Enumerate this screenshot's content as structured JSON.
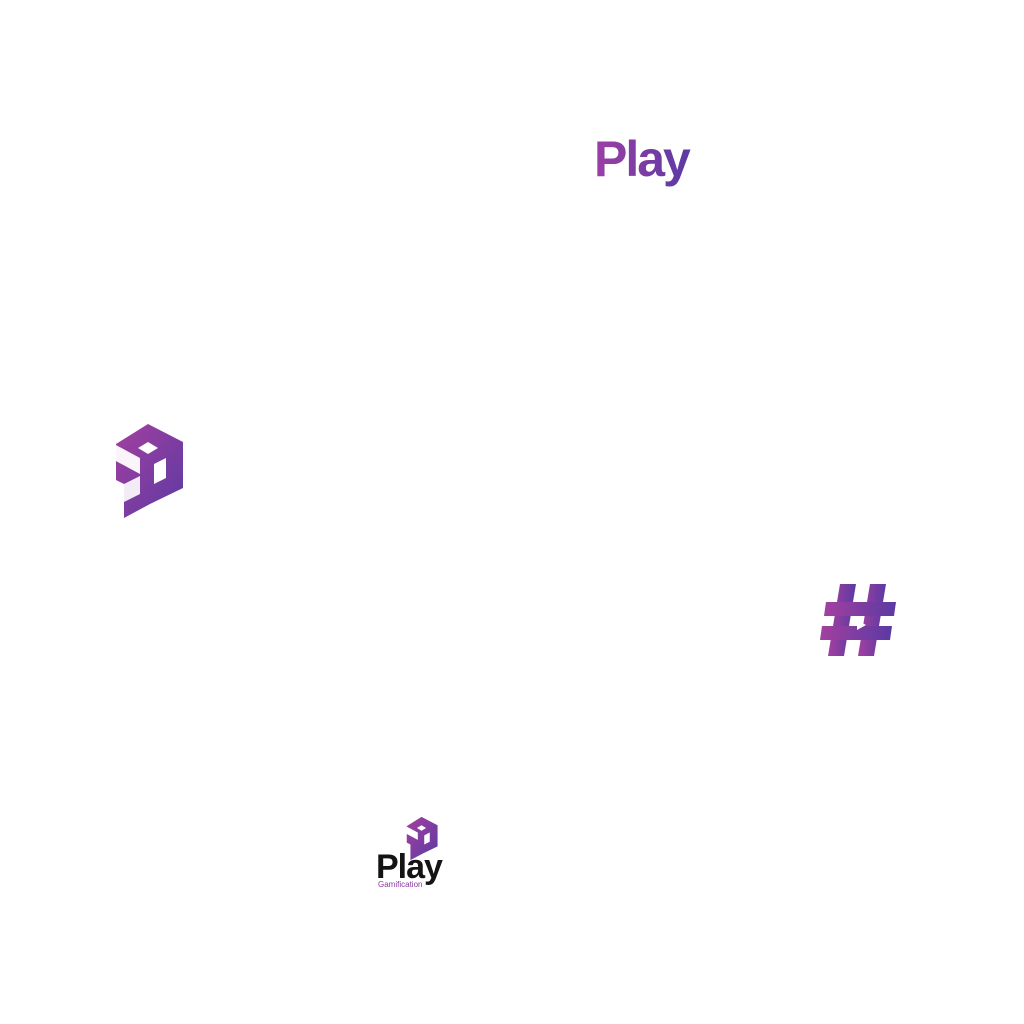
{
  "colors": {
    "background": "#ffffff",
    "gradient_start": "#9b3fa6",
    "gradient_end": "#5b3aa3",
    "wordmark_dark": "#141414",
    "tagline_purple": "#8b3aa0"
  },
  "logos": {
    "wordmark": {
      "icon": "play-wordmark-logo",
      "text": "Play"
    },
    "cube": {
      "icon": "isometric-cube-play-icon"
    },
    "hash": {
      "icon": "hashtag-icon"
    },
    "combined": {
      "icon": "play-gamification-logo",
      "text": "Play",
      "tagline": "Gamification"
    }
  }
}
